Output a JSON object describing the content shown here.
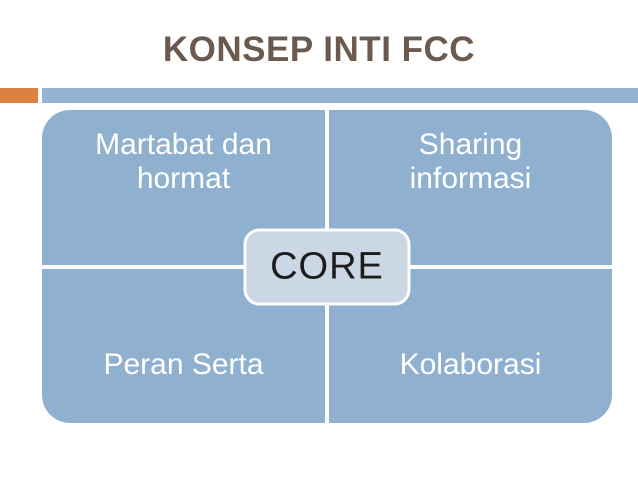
{
  "slide": {
    "title": "KONSEP INTI FCC",
    "title_color": "#6B5A4F",
    "background_color": "#FFFFFF"
  },
  "header_decoration": {
    "accent_orange_color": "#DD8142",
    "bar_blue_color": "#95B3D2"
  },
  "diagram": {
    "type": "matrix-2x2",
    "center_label": "CORE",
    "quadrants": [
      {
        "position": "top-left",
        "label": "Martabat dan hormat"
      },
      {
        "position": "top-right",
        "label": "Sharing informasi"
      },
      {
        "position": "bottom-left",
        "label": "Peran Serta"
      },
      {
        "position": "bottom-right",
        "label": "Kolaborasi"
      }
    ],
    "colors": {
      "quadrant_fill": "#90B0CF",
      "quadrant_text": "#FFFFFF",
      "center_fill": "#CBD7E4",
      "center_border": "#FCFDFE",
      "center_text": "#1C1C1C",
      "divider": "#FFFFFF"
    }
  }
}
